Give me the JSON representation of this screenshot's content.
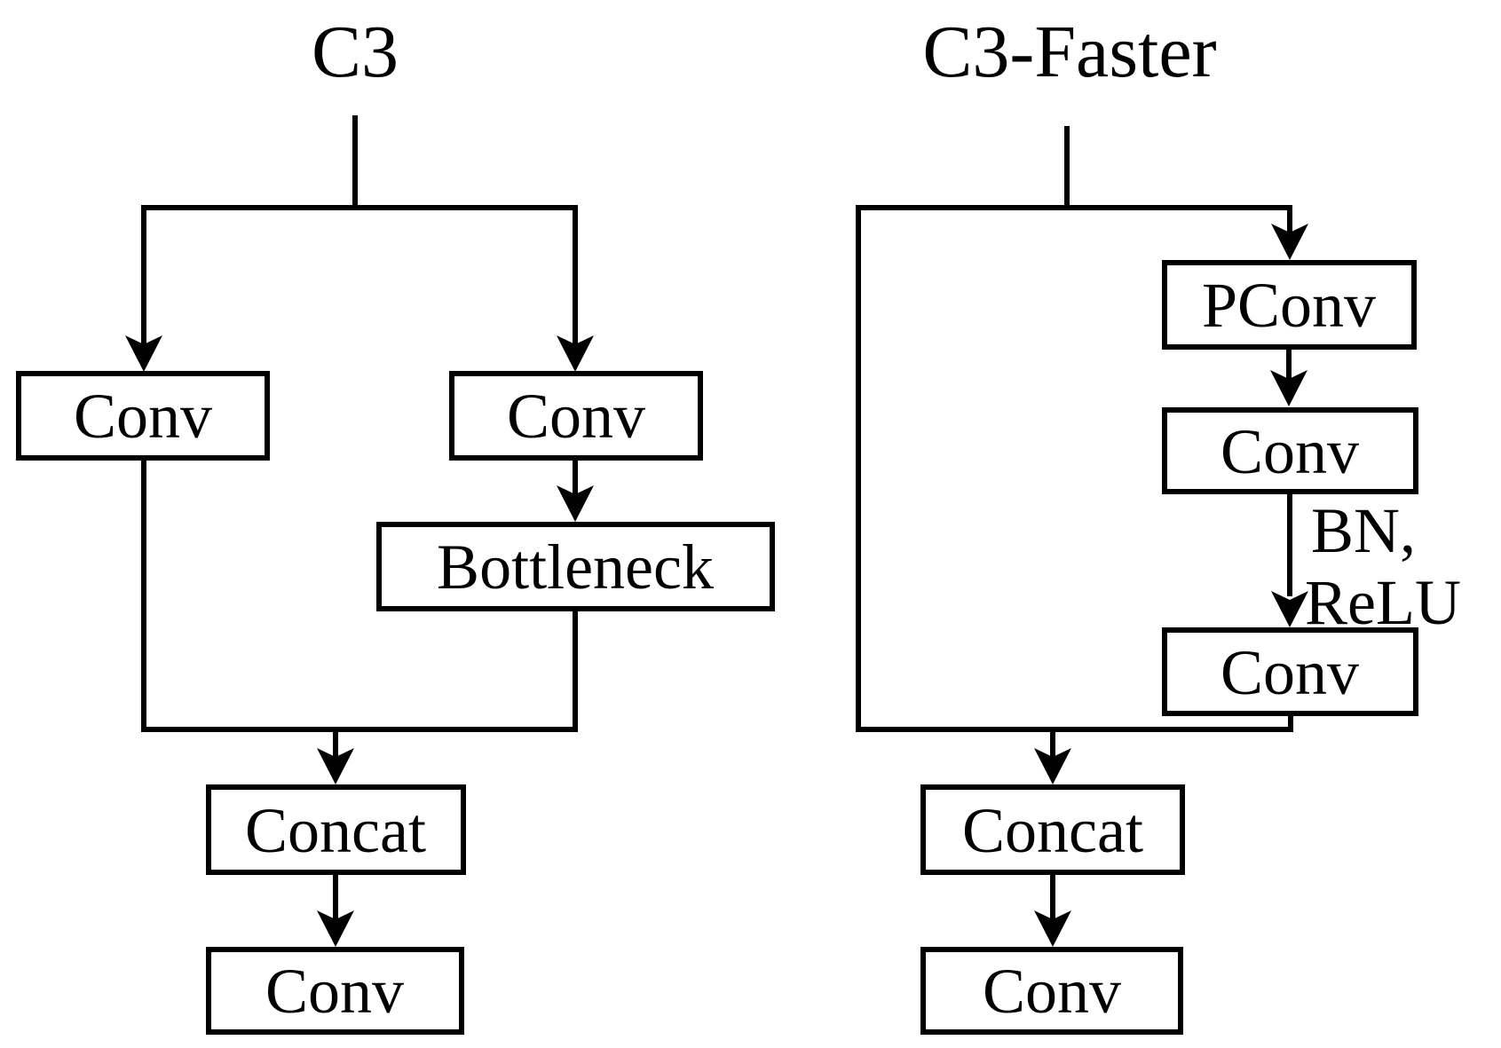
{
  "figure": {
    "background": "#ffffff",
    "line_color": "#000000",
    "c3": {
      "title": "C3",
      "conv_left_label": "Conv",
      "conv_right_label": "Conv",
      "bottleneck_label": "Bottleneck",
      "concat_label": "Concat",
      "conv_out_label": "Conv"
    },
    "c3_faster": {
      "title": "C3-Faster",
      "pconv_label": "PConv",
      "conv_mid_label": "Conv",
      "conv_inner_label": "Conv",
      "bn_relu_line1": "BN,",
      "bn_relu_line2": "ReLU",
      "concat_label": "Concat",
      "conv_out_label": "Conv"
    }
  }
}
